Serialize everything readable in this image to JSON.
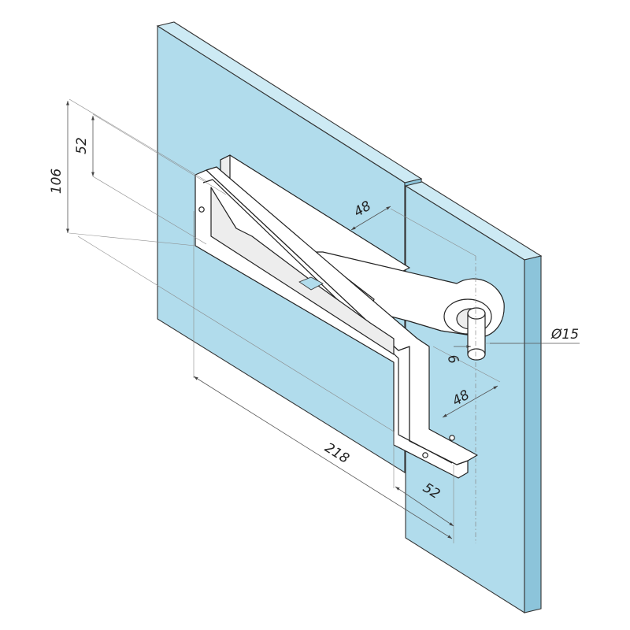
{
  "colors": {
    "glass_face": "#b1dcec",
    "glass_side": "#8cc4da",
    "glass_top": "#cdeaf4",
    "hardware": "#ffffff",
    "hardware_shade": "#ededed",
    "outline": "#222222"
  },
  "dimensions": {
    "height_total": "106",
    "height_inner": "52",
    "top_depth": "48",
    "pin_diameter": "Ø15",
    "pin_offset": "6",
    "lower_depth": "48",
    "overall_length": "218",
    "lower_width": "52"
  }
}
